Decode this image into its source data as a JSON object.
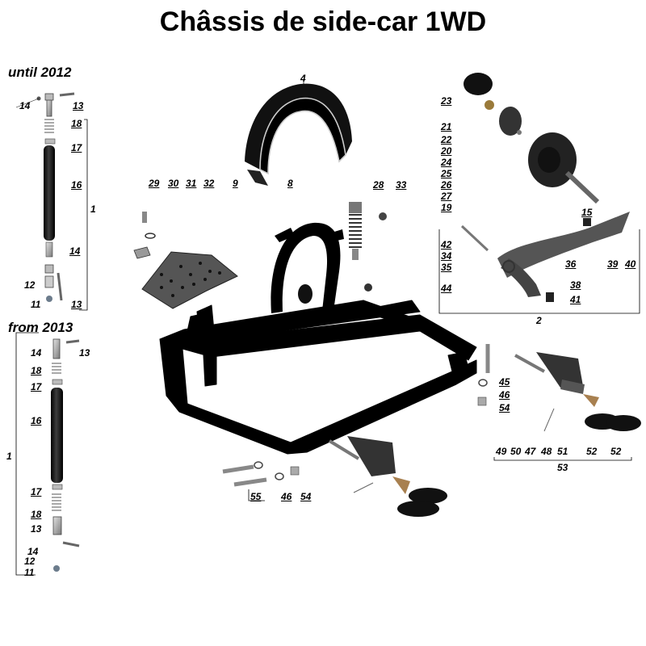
{
  "title": "Châssis de side-car 1WD",
  "sections": {
    "until_2012": "until 2012",
    "from_2013": "from 2013"
  },
  "callouts": [
    {
      "id": "c-14a",
      "text": "14"
    },
    {
      "id": "c-13a",
      "text": "13"
    },
    {
      "id": "c-18a",
      "text": "18"
    },
    {
      "id": "c-17a",
      "text": "17"
    },
    {
      "id": "c-16a",
      "text": "16"
    },
    {
      "id": "c-1a",
      "text": "1"
    },
    {
      "id": "c-14b",
      "text": "14"
    },
    {
      "id": "c-12a",
      "text": "12"
    },
    {
      "id": "c-11a",
      "text": "11"
    },
    {
      "id": "c-13b",
      "text": "13"
    },
    {
      "id": "c-14c",
      "text": "14"
    },
    {
      "id": "c-13c",
      "text": "13"
    },
    {
      "id": "c-18b",
      "text": "18"
    },
    {
      "id": "c-17b",
      "text": "17"
    },
    {
      "id": "c-16b",
      "text": "16"
    },
    {
      "id": "c-1b",
      "text": "1"
    },
    {
      "id": "c-17c",
      "text": "17"
    },
    {
      "id": "c-18c",
      "text": "18"
    },
    {
      "id": "c-13d",
      "text": "13"
    },
    {
      "id": "c-14d",
      "text": "14"
    },
    {
      "id": "c-12b",
      "text": "12"
    },
    {
      "id": "c-11b",
      "text": "11"
    },
    {
      "id": "c-4",
      "text": "4"
    },
    {
      "id": "c-29",
      "text": "29"
    },
    {
      "id": "c-30",
      "text": "30"
    },
    {
      "id": "c-31",
      "text": "31"
    },
    {
      "id": "c-32",
      "text": "32"
    },
    {
      "id": "c-9",
      "text": "9"
    },
    {
      "id": "c-8",
      "text": "8"
    },
    {
      "id": "c-28",
      "text": "28"
    },
    {
      "id": "c-33",
      "text": "33"
    },
    {
      "id": "c-23",
      "text": "23"
    },
    {
      "id": "c-21",
      "text": "21"
    },
    {
      "id": "c-22",
      "text": "22"
    },
    {
      "id": "c-20",
      "text": "20"
    },
    {
      "id": "c-24",
      "text": "24"
    },
    {
      "id": "c-25",
      "text": "25"
    },
    {
      "id": "c-26",
      "text": "26"
    },
    {
      "id": "c-27",
      "text": "27"
    },
    {
      "id": "c-19",
      "text": "19"
    },
    {
      "id": "c-15",
      "text": "15"
    },
    {
      "id": "c-42",
      "text": "42"
    },
    {
      "id": "c-34",
      "text": "34"
    },
    {
      "id": "c-35",
      "text": "35"
    },
    {
      "id": "c-36",
      "text": "36"
    },
    {
      "id": "c-39",
      "text": "39"
    },
    {
      "id": "c-40",
      "text": "40"
    },
    {
      "id": "c-44",
      "text": "44"
    },
    {
      "id": "c-38",
      "text": "38"
    },
    {
      "id": "c-41",
      "text": "41"
    },
    {
      "id": "c-2",
      "text": "2"
    },
    {
      "id": "c-45",
      "text": "45"
    },
    {
      "id": "c-46a",
      "text": "46"
    },
    {
      "id": "c-54a",
      "text": "54"
    },
    {
      "id": "c-49",
      "text": "49"
    },
    {
      "id": "c-50",
      "text": "50"
    },
    {
      "id": "c-47",
      "text": "47"
    },
    {
      "id": "c-48",
      "text": "48"
    },
    {
      "id": "c-51",
      "text": "51"
    },
    {
      "id": "c-52a",
      "text": "52"
    },
    {
      "id": "c-52b",
      "text": "52"
    },
    {
      "id": "c-53",
      "text": "53"
    },
    {
      "id": "c-55",
      "text": "55"
    },
    {
      "id": "c-46b",
      "text": "46"
    },
    {
      "id": "c-54b",
      "text": "54"
    }
  ],
  "colors": {
    "ink": "#000000",
    "part_dark": "#1a1a1a",
    "part_mid": "#3a3a3a",
    "metal": "#9a9a9a",
    "metal_light": "#cfcfcf"
  }
}
